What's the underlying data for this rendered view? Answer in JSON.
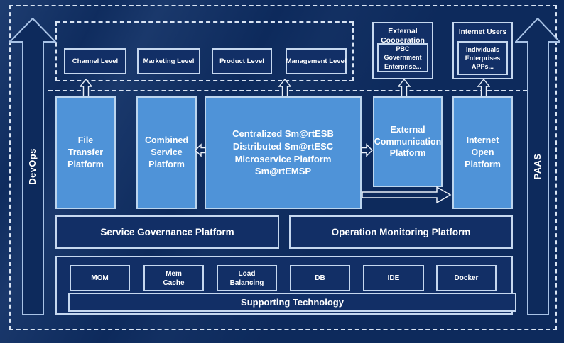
{
  "rails": {
    "left_label": "DevOps",
    "right_label": "PAAS"
  },
  "levels_band": {
    "items": [
      {
        "label": "Channel Level"
      },
      {
        "label": "Marketing Level"
      },
      {
        "label": "Product Level"
      },
      {
        "label": "Management Level"
      }
    ]
  },
  "top_right": {
    "external_cooperation": {
      "title": "External\nCooperation",
      "members": "PBC Government\nEnterprise..."
    },
    "internet_users": {
      "title": "Internet Users",
      "members": "Individuals\nEnterprises\nAPPs..."
    }
  },
  "platforms": {
    "file_transfer": {
      "label": "File\nTransfer\nPlatform"
    },
    "combined_service": {
      "label": "Combined\nService\nPlatform"
    },
    "core_esb": {
      "label": "Centralized Sm@rtESB\nDistributed Sm@rtESC\nMicroservice Platform Sm@rtEMSP"
    },
    "external_communication": {
      "label": "External\nCommunication\nPlatform"
    },
    "internet_open": {
      "label": "Internet\nOpen\nPlatform"
    }
  },
  "governance_row": {
    "service_governance": "Service Governance Platform",
    "operation_monitoring": "Operation Monitoring Platform"
  },
  "supporting": {
    "technologies": [
      {
        "label": "MOM"
      },
      {
        "label": "Mem\nCache"
      },
      {
        "label": "Load\nBalancing"
      },
      {
        "label": "DB"
      },
      {
        "label": "IDE"
      },
      {
        "label": "Docker"
      }
    ],
    "bar_label": "Supporting Technology"
  },
  "colors": {
    "background": "#0d2a5c",
    "box_light_fill": "#4f93d8",
    "box_dark_fill": "#122f66",
    "light_border": "#bcd5ee",
    "dashed_border": "#d9e4f3",
    "text": "#ffffff"
  }
}
